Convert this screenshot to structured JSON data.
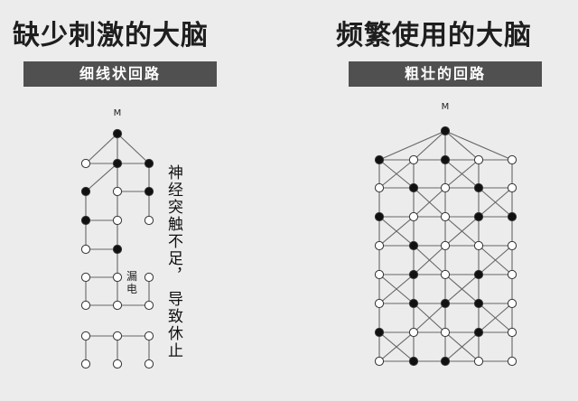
{
  "left": {
    "title": "缺少刺激的大脑",
    "label": "细线状回路",
    "input_node": "M",
    "annotation_top": "神经突触不足，",
    "annotation_bottom": "导致休止",
    "leak_label": "漏电"
  },
  "right": {
    "title": "频繁使用的大脑",
    "label": "粗壮的回路",
    "input_node": "M"
  },
  "colors": {
    "text": "#1e1e1e",
    "label_bg": "#505050",
    "line": "#666666",
    "node_active": "#111111",
    "node_inactive": "#ffffff"
  }
}
